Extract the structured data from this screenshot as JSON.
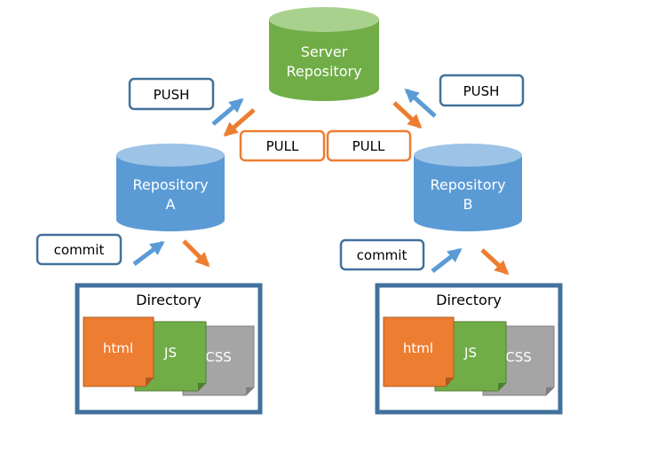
{
  "server": {
    "line1": "Server",
    "line2": "Repository"
  },
  "repo_a": {
    "line1": "Repository",
    "line2": "A"
  },
  "repo_b": {
    "line1": "Repository",
    "line2": "B"
  },
  "labels": {
    "push_left": "PUSH",
    "push_right": "PUSH",
    "pull_left": "PULL",
    "pull_right": "PULL",
    "commit_left": "commit",
    "commit_right": "commit"
  },
  "directory_left": {
    "title": "Directory",
    "files": [
      "html",
      "JS",
      "CSS"
    ]
  },
  "directory_right": {
    "title": "Directory",
    "files": [
      "html",
      "JS",
      "CSS"
    ]
  },
  "colors": {
    "server_green": "#70AD47",
    "repo_blue": "#5B9BD5",
    "push_arrow_blue": "#5B9BD5",
    "pull_arrow_orange": "#ED7D31",
    "label_border_blue": "#41719C",
    "label_border_orange": "#ED7D31",
    "directory_border": "#41719C",
    "file_html": "#ED7D31",
    "file_js": "#70AD47",
    "file_css": "#A5A5A5"
  }
}
